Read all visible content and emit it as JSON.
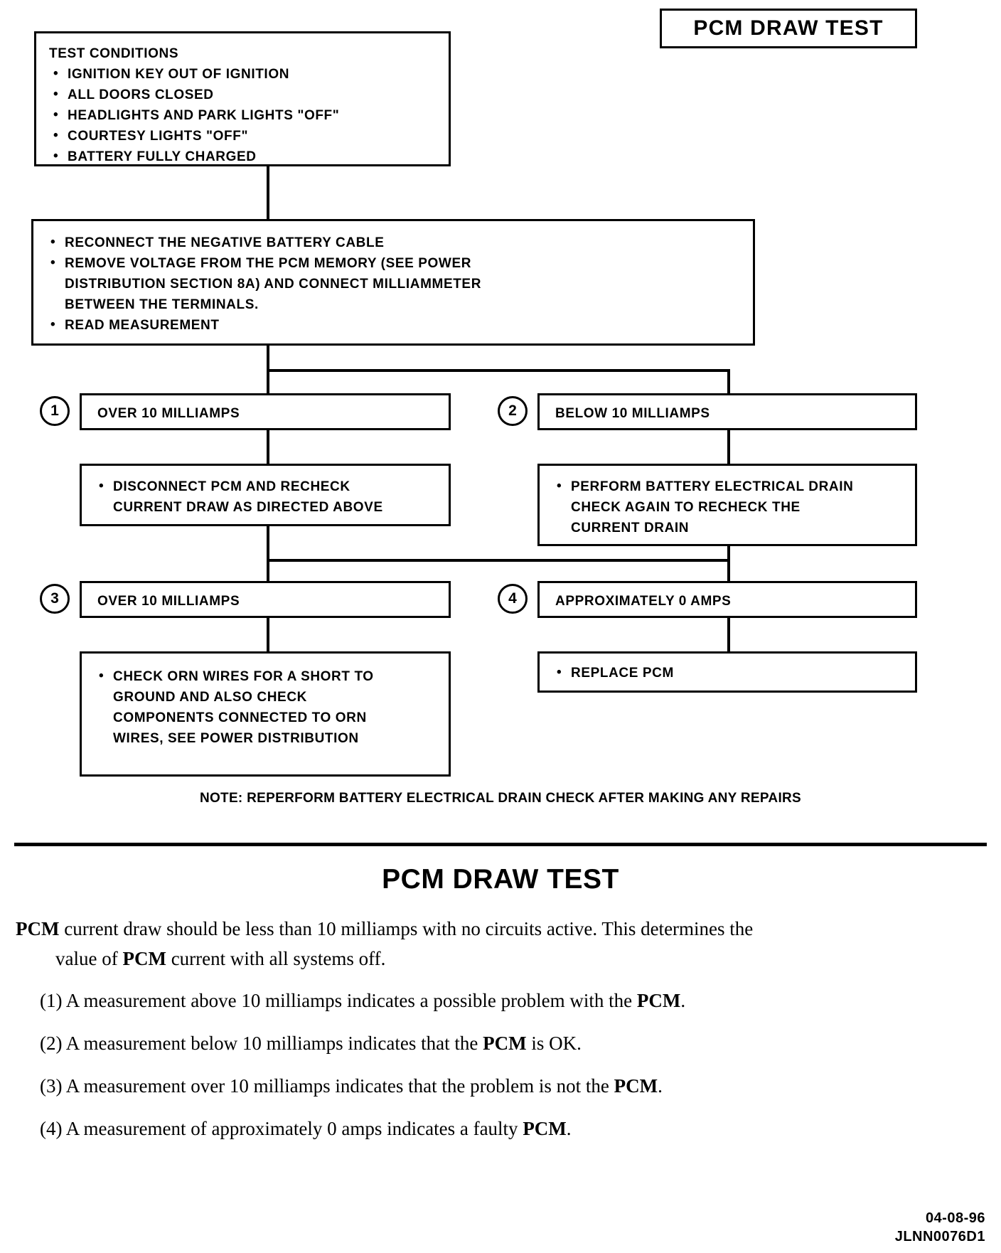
{
  "title_badge": {
    "label": "PCM DRAW TEST"
  },
  "flowchart": {
    "conditions_box": {
      "heading": "TEST CONDITIONS",
      "items": [
        "IGNITION KEY OUT OF IGNITION",
        "ALL DOORS CLOSED",
        "HEADLIGHTS AND PARK LIGHTS \"OFF\"",
        "COURTESY LIGHTS \"OFF\"",
        "BATTERY FULLY CHARGED"
      ]
    },
    "procedure_box": {
      "items": [
        "RECONNECT THE NEGATIVE BATTERY CABLE",
        "REMOVE VOLTAGE FROM THE PCM MEMORY (SEE POWER",
        "READ MEASUREMENT"
      ],
      "item2_line2": "DISTRIBUTION SECTION 8A) AND CONNECT MILLIAMMETER",
      "item2_line3": "BETWEEN THE TERMINALS."
    },
    "branch1": {
      "number": "1",
      "label": "OVER 10 MILLIAMPS",
      "action_line1": "DISCONNECT PCM AND RECHECK",
      "action_line2": "CURRENT DRAW AS DIRECTED ABOVE"
    },
    "branch2": {
      "number": "2",
      "label": "BELOW 10 MILLIAMPS",
      "action_line1": "PERFORM BATTERY ELECTRICAL DRAIN",
      "action_line2": "CHECK AGAIN TO RECHECK THE",
      "action_line3": "CURRENT DRAIN"
    },
    "branch3": {
      "number": "3",
      "label": "OVER 10 MILLIAMPS",
      "action_line1": "CHECK ORN WIRES FOR A SHORT TO",
      "action_line2": "GROUND AND ALSO CHECK",
      "action_line3": "COMPONENTS CONNECTED TO ORN",
      "action_line4": "WIRES, SEE POWER DISTRIBUTION"
    },
    "branch4": {
      "number": "4",
      "label": "APPROXIMATELY 0 AMPS",
      "action_line1": "REPLACE PCM"
    },
    "note": "NOTE: REPERFORM BATTERY ELECTRICAL DRAIN CHECK AFTER MAKING ANY REPAIRS"
  },
  "article": {
    "heading": "PCM DRAW TEST",
    "intro_line1_bold": "PCM",
    "intro_line1_rest": " current draw should be less than 10 milliamps with no circuits active. This determines the",
    "intro_line2_a": "value of ",
    "intro_line2_bold": "PCM",
    "intro_line2_b": " current with all systems off.",
    "items": [
      {
        "num": "(1)",
        "text_a": "A measurement above 10 milliamps indicates a possible problem with the ",
        "bold": "PCM",
        "text_b": "."
      },
      {
        "num": "(2)",
        "text_a": "A measurement below 10 milliamps indicates that the ",
        "bold": "PCM",
        "text_b": " is OK."
      },
      {
        "num": "(3)",
        "text_a": "A measurement over 10 milliamps indicates that the problem is not the ",
        "bold": "PCM",
        "text_b": "."
      },
      {
        "num": "(4)",
        "text_a": "A measurement of approximately 0 amps indicates a faulty ",
        "bold": "PCM",
        "text_b": "."
      }
    ]
  },
  "footer": {
    "date": "04-08-96",
    "doc_id": "JLNN0076D1"
  }
}
